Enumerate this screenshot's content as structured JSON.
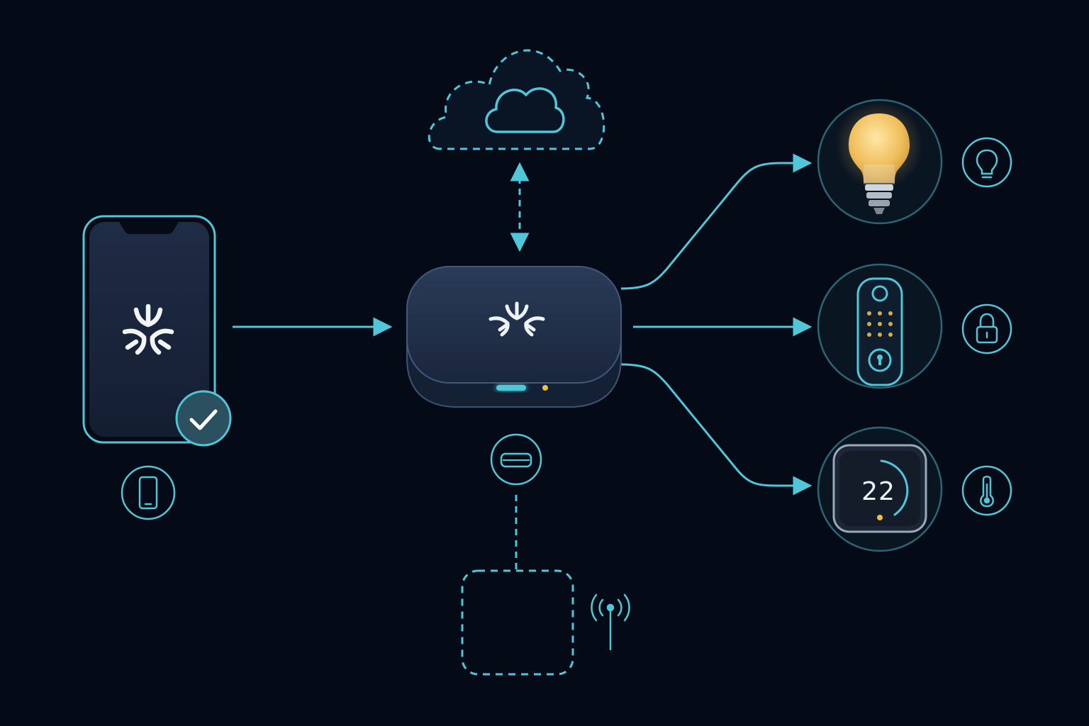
{
  "diagram": {
    "nodes": [
      {
        "id": "cloud",
        "icon": "cloud-icon"
      },
      {
        "id": "phone",
        "icon": "matter-logo-icon",
        "status": "check-icon",
        "badge_icon": "smartphone-icon"
      },
      {
        "id": "hub",
        "icon": "matter-logo-icon",
        "badge_icon": "hub-icon"
      },
      {
        "id": "light-bulb",
        "icon": "light-bulb-icon",
        "badge_icon": "bulb-outline-icon"
      },
      {
        "id": "smart-lock",
        "icon": "keypad-lock-icon",
        "badge_icon": "padlock-icon"
      },
      {
        "id": "thermostat",
        "icon": "thermostat-icon",
        "value": "22",
        "badge_icon": "thermometer-icon"
      },
      {
        "id": "new-device-placeholder",
        "icon": "dashed-square",
        "badge_icon": "antenna-signal-icon"
      }
    ],
    "edges": [
      {
        "from": "phone",
        "to": "hub",
        "style": "solid"
      },
      {
        "from": "hub",
        "to": "cloud",
        "style": "dashed",
        "direction": "bidirectional"
      },
      {
        "from": "hub",
        "to": "light-bulb",
        "style": "solid"
      },
      {
        "from": "hub",
        "to": "smart-lock",
        "style": "solid"
      },
      {
        "from": "hub",
        "to": "thermostat",
        "style": "solid"
      },
      {
        "from": "hub",
        "to": "new-device-placeholder",
        "style": "dashed"
      }
    ]
  },
  "colors": {
    "background": "#050a17",
    "accent": "#4fc7d9",
    "device_fill": "#1e2b42",
    "bulb_glow": "#f3c25c",
    "lock_dots": "#d9a94a"
  }
}
